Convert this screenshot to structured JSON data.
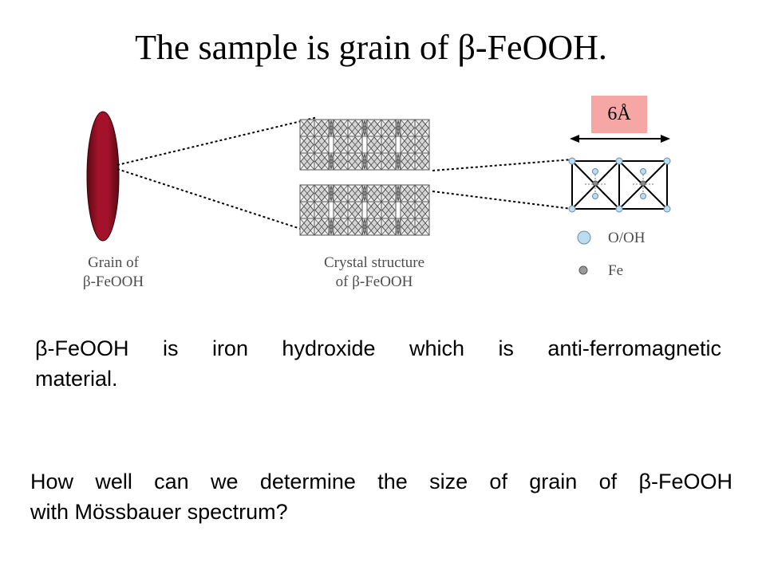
{
  "slide": {
    "title": "The sample is grain of β-FeOOH."
  },
  "diagram": {
    "grain_caption": [
      "Grain of",
      "β-FeOOH"
    ],
    "crystal_caption": [
      "Crystal structure",
      "of β-FeOOH"
    ],
    "scale_label": "6Å",
    "legend": [
      {
        "label": "O/OH",
        "symbol": "large-light-blue-circle",
        "color": "#bcdcf0"
      },
      {
        "label": "Fe",
        "symbol": "small-gray-circle",
        "color": "#9a9a9a"
      }
    ],
    "colors": {
      "grain": "#8b1020",
      "scale_box": "#f7a6a6",
      "crystal_lines": "#555555"
    }
  },
  "text": {
    "statement": [
      "β-FeOOH is iron hydroxide which is anti-ferromagnetic",
      "material."
    ],
    "question": [
      "How well can we determine the size of grain of β-FeOOH",
      "with Mössbauer spectrum?"
    ]
  }
}
